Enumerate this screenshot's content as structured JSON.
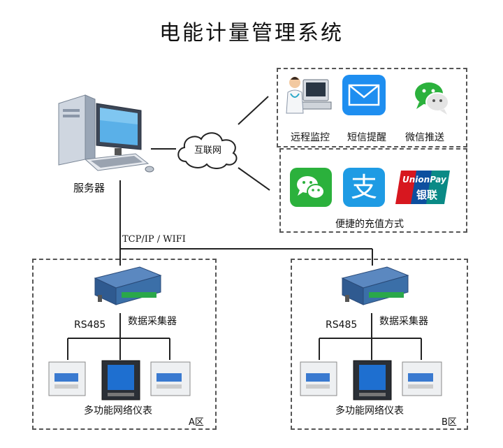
{
  "title": "电能计量管理系统",
  "server_label": "服务器",
  "internet_label": "互联网",
  "network_label": "TCP/IP / WIFI",
  "top_services": [
    "远程监控",
    "短信提醒",
    "微信推送"
  ],
  "payment_label": "便捷的充值方式",
  "payment_icons": [
    "wechat-pay-icon",
    "alipay-icon",
    "unionpay-icon"
  ],
  "unionpay_text": "UnionPay",
  "unionpay_cn": "银联",
  "zones": [
    {
      "zone": "A区",
      "collector_label": "数据采集器",
      "bus_label": "RS485",
      "meters_label": "多功能网络仪表"
    },
    {
      "zone": "B区",
      "collector_label": "数据采集器",
      "bus_label": "RS485",
      "meters_label": "多功能网络仪表"
    }
  ],
  "colors": {
    "wechat_green": "#2bb13c",
    "mail_blue": "#1e8ef0",
    "alipay_blue": "#1e9be4",
    "unionpay_red": "#d7171f",
    "collector_blue": "#3b6fa8"
  }
}
